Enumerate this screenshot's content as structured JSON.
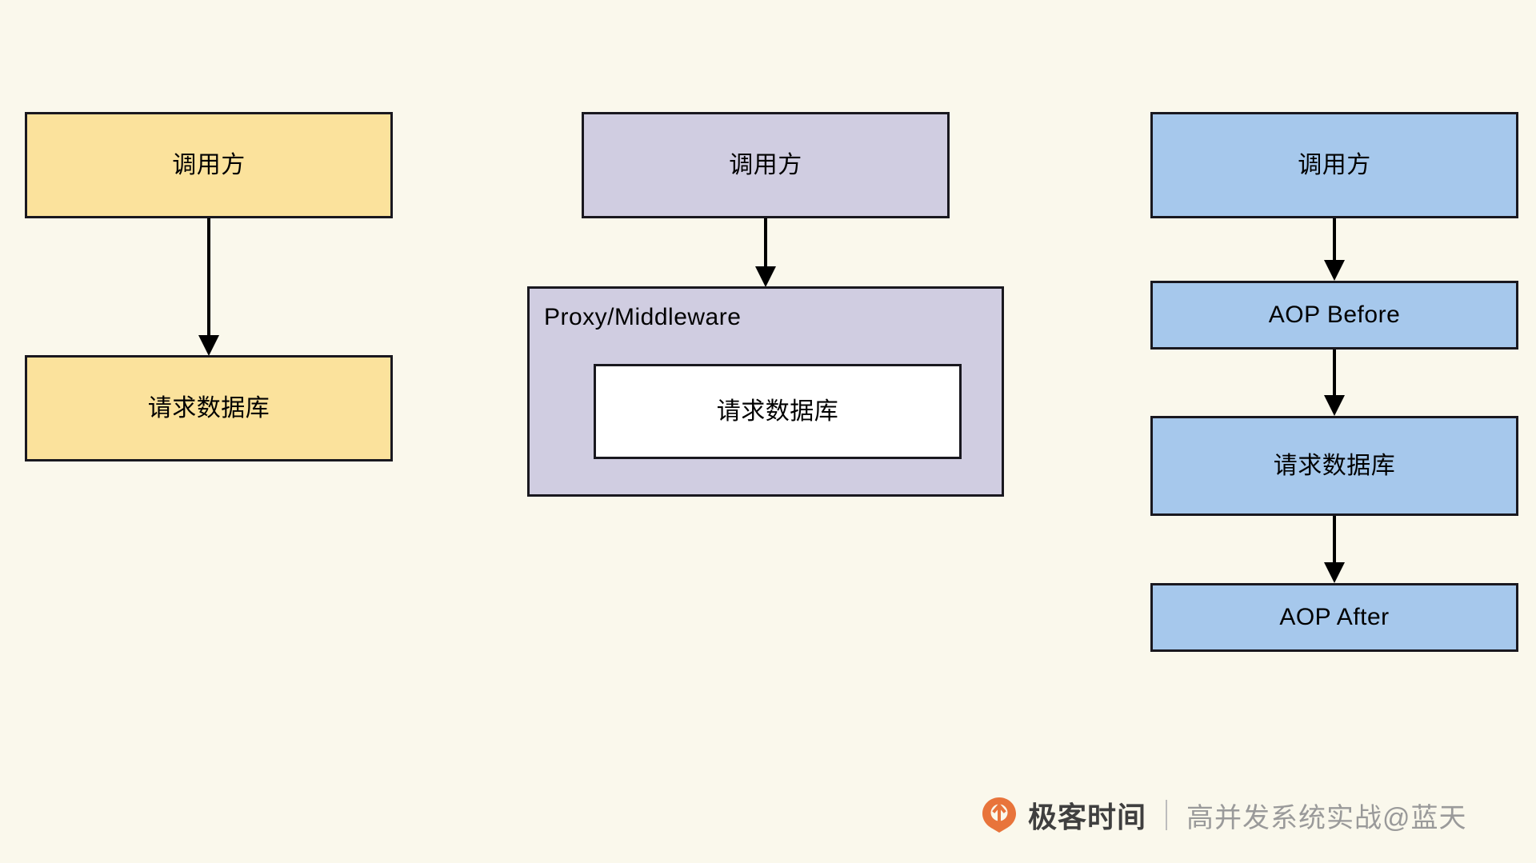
{
  "diagram": {
    "background_color": "#faf8ec",
    "columns": [
      {
        "id": "direct-call",
        "accent_color": "#fbe29c",
        "nodes": [
          {
            "id": "caller",
            "label": "调用方"
          },
          {
            "id": "db",
            "label": "请求数据库"
          }
        ],
        "edges": [
          {
            "from": "caller",
            "to": "db"
          }
        ]
      },
      {
        "id": "proxy-middleware",
        "accent_color": "#d0cde1",
        "nodes": [
          {
            "id": "caller",
            "label": "调用方"
          },
          {
            "id": "proxy",
            "label": "Proxy/Middleware"
          },
          {
            "id": "db",
            "label": "请求数据库"
          }
        ],
        "edges": [
          {
            "from": "caller",
            "to": "proxy"
          }
        ]
      },
      {
        "id": "aop",
        "accent_color": "#a6c8ec",
        "nodes": [
          {
            "id": "caller",
            "label": "调用方"
          },
          {
            "id": "before",
            "label": "AOP Before"
          },
          {
            "id": "db",
            "label": "请求数据库"
          },
          {
            "id": "after",
            "label": "AOP After"
          }
        ],
        "edges": [
          {
            "from": "caller",
            "to": "before"
          },
          {
            "from": "before",
            "to": "db"
          },
          {
            "from": "db",
            "to": "after"
          }
        ]
      }
    ]
  },
  "watermark": {
    "brand": "极客时间",
    "course": "高并发系统实战@蓝天",
    "logo_color": "#e8743b",
    "brand_color": "#3f3f3f",
    "course_color": "#9a9a9a"
  }
}
